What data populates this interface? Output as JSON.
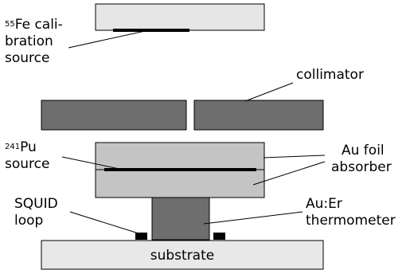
{
  "colors": {
    "calibration_plate": "#e6e6e6",
    "collimator": "#6e6e6e",
    "absorber": "#c4c4c4",
    "thermometer": "#6e6e6e",
    "substrate": "#e8e8e8",
    "foil": "#000000",
    "squid": "#000000",
    "outline": "#000000"
  },
  "labels": {
    "fe_source": {
      "isotope": "55",
      "line1": "Fe cali-",
      "line2": "bration",
      "line3": "source"
    },
    "collimator": "collimator",
    "pu_source": {
      "isotope": "241",
      "line1": "Pu",
      "line2": "source"
    },
    "au_foil": {
      "line1": "Au foil",
      "line2": "absorber"
    },
    "squid": {
      "line1": "SQUID",
      "line2": "loop"
    },
    "au_er": {
      "line1": "Au:Er",
      "line2": "thermometer"
    },
    "substrate": "substrate"
  }
}
